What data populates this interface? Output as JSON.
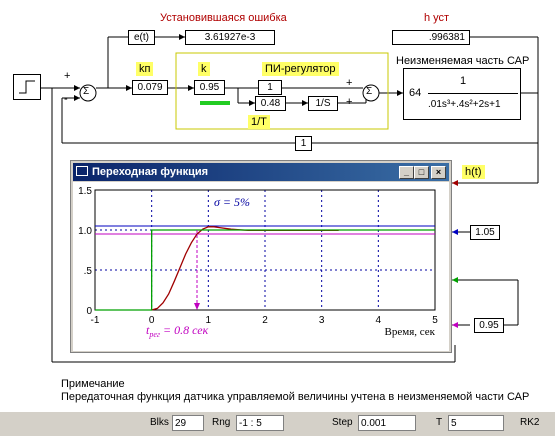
{
  "labels": {
    "steady_error": "Установившаяся ошибка",
    "h_ust": "h уст",
    "plant": "Неизменяемая часть САР",
    "kp": "kп",
    "k": "k",
    "pi": "ПИ-регулятор",
    "inv_t": "1/T",
    "h_t": "h(t)"
  },
  "blocks": {
    "et": "e(t)",
    "error_value": "3.61927e-3",
    "h_value": ".996381",
    "kp_value": "0.079",
    "k_value": "0.95",
    "one": "1",
    "t_value": "0.48",
    "integrator": "1/S",
    "feedback": "1",
    "tf_gain": "64",
    "tf_num": "1",
    "tf_den": ".01s³+.4s²+2s+1",
    "level_value": "1.05",
    "sigma_value": "0.95"
  },
  "signs": {
    "plus1": "+",
    "minus1": "-",
    "plus2": "+",
    "plus3": "+"
  },
  "window": {
    "title": "Переходная функция",
    "btn_min": "_",
    "btn_max": "□",
    "btn_close": "×"
  },
  "chart_data": {
    "type": "line",
    "xlabel": "Время, сек",
    "xlim": [
      -1,
      5
    ],
    "ylim": [
      0,
      1.5
    ],
    "xticks": [
      "-1",
      "0",
      "1",
      "2",
      "3",
      "4",
      "5"
    ],
    "yticks": [
      "0",
      ".5",
      "1.0",
      "1.5"
    ],
    "annotation_sigma": "σ = 5%",
    "annotation_treg": "t",
    "annotation_treg_sub": "рег",
    "annotation_treg_val": "= 0.8 сек",
    "series": [
      {
        "color": "#a00000",
        "points": [
          [
            0,
            0
          ],
          [
            0.1,
            0.02
          ],
          [
            0.2,
            0.09
          ],
          [
            0.3,
            0.2
          ],
          [
            0.4,
            0.36
          ],
          [
            0.5,
            0.53
          ],
          [
            0.6,
            0.7
          ],
          [
            0.7,
            0.84
          ],
          [
            0.8,
            0.95
          ],
          [
            0.9,
            1.01
          ],
          [
            1.0,
            1.04
          ],
          [
            1.1,
            1.04
          ],
          [
            1.2,
            1.03
          ],
          [
            1.4,
            1.01
          ],
          [
            1.7,
            0.995
          ],
          [
            2.0,
            0.996
          ],
          [
            2.5,
            0.996
          ],
          [
            3.3,
            0.996
          ]
        ]
      },
      {
        "color": "#00a000",
        "points": [
          [
            -1,
            0
          ],
          [
            0,
            0
          ],
          [
            0,
            1
          ],
          [
            5,
            1
          ]
        ]
      }
    ],
    "levels": [
      {
        "color": "#0000c0",
        "value": 1.05
      },
      {
        "color": "#c000c0",
        "value": 0.95
      }
    ],
    "treg_x": 0.8
  },
  "note": {
    "title": "Примечание",
    "text": "Передаточная функция датчика управляемой величины учтена в неизменяемой части САР"
  },
  "status": {
    "blks_label": "Blks",
    "blks_value": "29",
    "rng_label": "Rng",
    "rng_value": "-1 : 5",
    "step_label": "Step",
    "step_value": "0.001",
    "t_label": "T",
    "t_value": "5",
    "solver": "RK2"
  }
}
